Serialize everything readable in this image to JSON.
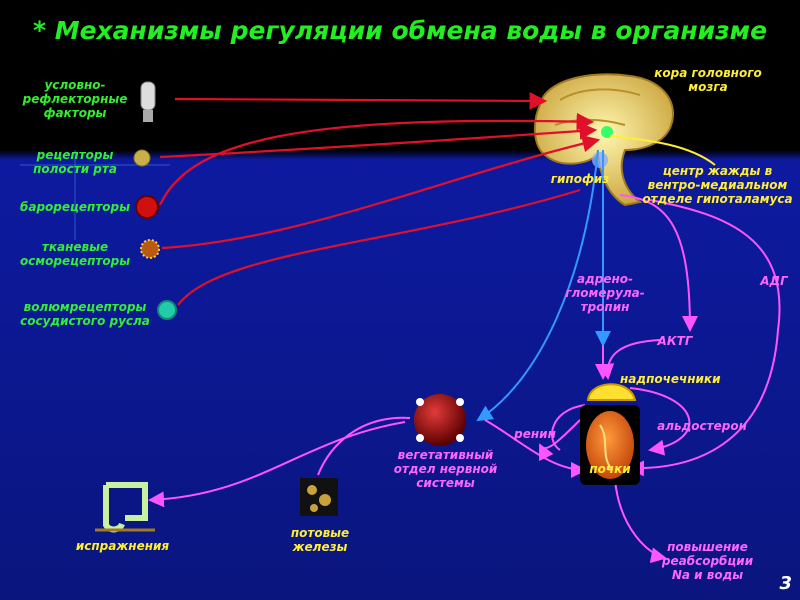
{
  "title": "*  Механизмы регуляции обмена воды в организме",
  "page_number": "3",
  "receptors": {
    "conditioned": "условно-\nрефлекторные\nфакторы",
    "oral": "рецепторы\nполости рта",
    "baro": "барорецепторы",
    "osmo": "тканевые\nосморецепторы",
    "volume": "волюмрецепторы\nсосудистого русла"
  },
  "brain": {
    "cortex": "кора головного\nмозга",
    "pituitary": "гипофиз",
    "thirst_center": "центр жажды в\nвентро-медиальном\nотделе гипоталамуса"
  },
  "hormones": {
    "adgt": "адрено-\nгломерула-\nтропин",
    "actg": "АКТГ",
    "adg": "АДГ",
    "aldosterone": "альдостерон",
    "renin": "ренин"
  },
  "organs": {
    "adrenals": "надпочечники",
    "kidneys": "почки",
    "ans": "вегетативный\nотдел нервной\nсистемы",
    "sweat": "потовые\nжелезы",
    "excretion": "испражнения",
    "reabsorption": "повышение\nреабсорбции\nNa и воды"
  },
  "colors": {
    "title": "#22ee22",
    "receptor_label": "#33ee33",
    "brain_label": "#ffee33",
    "hormone_label": "#ff66ff",
    "afferent_arrow": "#e0102a",
    "efferent_arrow": "#ff55ff",
    "nervous_arrow": "#3399ff"
  }
}
